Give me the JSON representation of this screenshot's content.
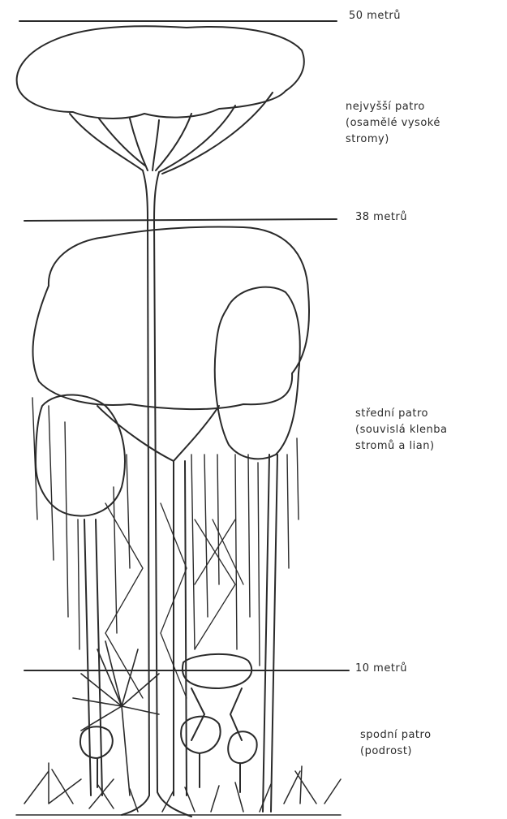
{
  "heights": {
    "h50": "50 metrů",
    "h38": "38 metrů",
    "h10": "10 metrů"
  },
  "layers": {
    "top": [
      "nejvyšší patro",
      "(osamělé vysoké",
      "stromy)"
    ],
    "middle": [
      "střední patro",
      "(souvislá klenba",
      "stromů a lian)"
    ],
    "bottom": [
      "spodní patro",
      "(podrost)"
    ]
  },
  "colors": {
    "ink": "#2a2a2a",
    "background": "#ffffff"
  }
}
